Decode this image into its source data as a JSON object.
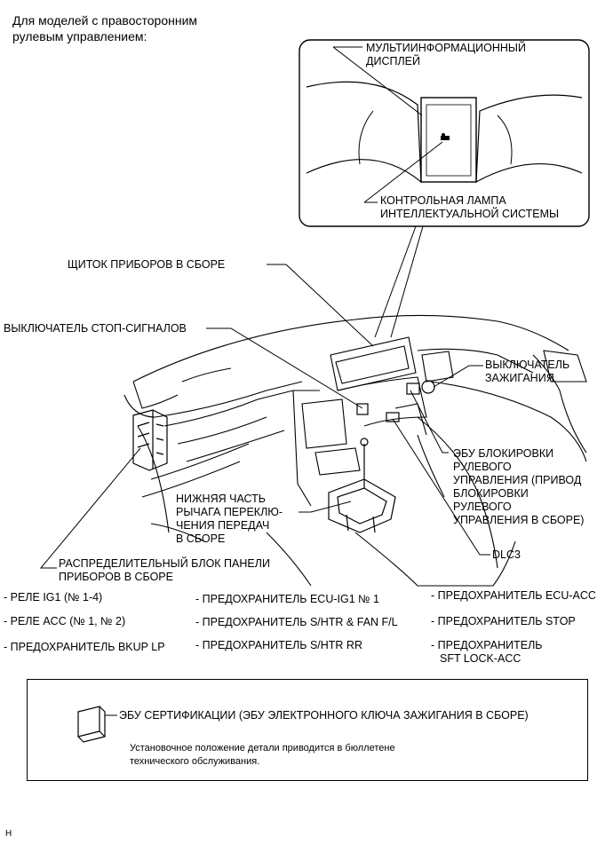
{
  "heading": [
    "Для моделей с правосторонним",
    "рулевым управлением:"
  ],
  "callouts": {
    "mfd": [
      "МУЛЬТИИНФОРМАЦИОННЫЙ",
      "ДИСПЛЕЙ"
    ],
    "indicator": [
      "КОНТРОЛЬНАЯ ЛАМПА",
      "ИНТЕЛЛЕКТУАЛЬНОЙ СИСТЕМЫ"
    ],
    "combination_meter": "ЩИТОК ПРИБОРОВ В СБОРЕ",
    "stop_lamp_switch": "ВЫКЛЮЧАТЕЛЬ СТОП-СИГНАЛОВ",
    "ignition_switch": [
      "ВЫКЛЮЧАТЕЛЬ",
      "ЗАЖИГАНИЯ"
    ],
    "steering_lock_ecu": [
      "ЭБУ БЛОКИРОВКИ",
      "РУЛЕВОГО",
      "УПРАВЛЕНИЯ (ПРИВОД",
      "БЛОКИРОВКИ",
      "РУЛЕВОГО",
      "УПРАВЛЕНИЯ В СБОРЕ)"
    ],
    "shift_lever": [
      "НИЖНЯЯ ЧАСТЬ",
      "РЫЧАГА ПЕРЕКЛЮ-",
      "ЧЕНИЯ ПЕРЕДАЧ",
      "В СБОРЕ"
    ],
    "dlc3": "DLC3",
    "junction_block": [
      "РАСПРЕДЕЛИТЕЛЬНЫЙ БЛОК ПАНЕЛИ",
      "ПРИБОРОВ В СБОРЕ"
    ]
  },
  "relay_list": {
    "col1": [
      "- РЕЛЕ IG1 (№ 1-4)",
      "- РЕЛЕ ACC (№ 1, № 2)",
      "- ПРЕДОХРАНИТЕЛЬ BKUP LP"
    ],
    "col2": [
      "- ПРЕДОХРАНИТЕЛЬ ECU-IG1 № 1",
      "- ПРЕДОХРАНИТЕЛЬ S/HTR & FAN F/L",
      "- ПРЕДОХРАНИТЕЛЬ S/HTR RR"
    ],
    "col3": [
      "- ПРЕДОХРАНИТЕЛЬ ECU-ACC",
      "- ПРЕДОХРАНИТЕЛЬ STOP",
      "- ПРЕДОХРАНИТЕЛЬ",
      "SFT LOCK-ACC"
    ]
  },
  "certification": {
    "title": "ЭБУ СЕРТИФИКАЦИИ (ЭБУ ЭЛЕКТРОННОГО КЛЮЧА ЗАЖИГАНИЯ В СБОРЕ)",
    "note": [
      "Установочное положение детали приводится в бюллетене",
      "технического обслуживания."
    ]
  },
  "footer_mark": "H"
}
